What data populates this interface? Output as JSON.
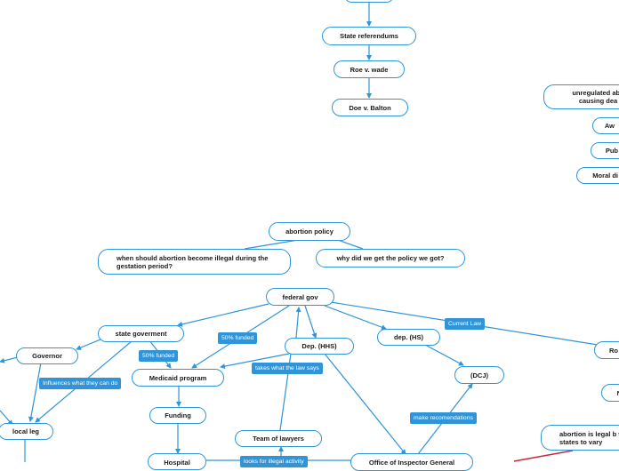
{
  "colors": {
    "line": "#2f95d8",
    "accent_line": "#c8283c",
    "label_bg": "#2f95d8"
  },
  "nodes": {
    "state_referendums": "State referendums",
    "roe_v_wade": "Roe v. wade",
    "doe_v_balton": "Doe v. Balton",
    "unregulated_abortion": "unregulated abo causing dea",
    "aw": "Aw",
    "pub": "Pub",
    "moral_di": "Moral di",
    "abortion_policy": "abortion policy",
    "when_illegal": "when should abortion become illegal during the gestation period?",
    "why_policy": "why did we get the policy we got?",
    "federal_gov": "federal gov",
    "state_government": "state goverment",
    "governor": "Governor",
    "medicaid_program": "Medicaid program",
    "dep_hhs": "Dep. (HHS)",
    "dep_hs": "dep. (HS)",
    "dcj": "(DCJ)",
    "ro": "Ro",
    "n": "N",
    "local_leg": "local leg",
    "funding": "Funding",
    "team_of_lawyers": "Team of lawyers",
    "hospital": "Hospital",
    "office_inspector_general": "Office of Inspector General",
    "abortion_legal_states": "abortion is legal b the states to vary"
  },
  "edge_labels": {
    "current_law": "Current Law",
    "fifty_funded_1": "50% funded",
    "fifty_funded_2": "50% funded",
    "takes_what_law_says": "takes what the law says",
    "influences": "Influences what they can do",
    "make_recommendations": "make recomendations",
    "looks_for_illegal": "looks for illegal activity"
  }
}
